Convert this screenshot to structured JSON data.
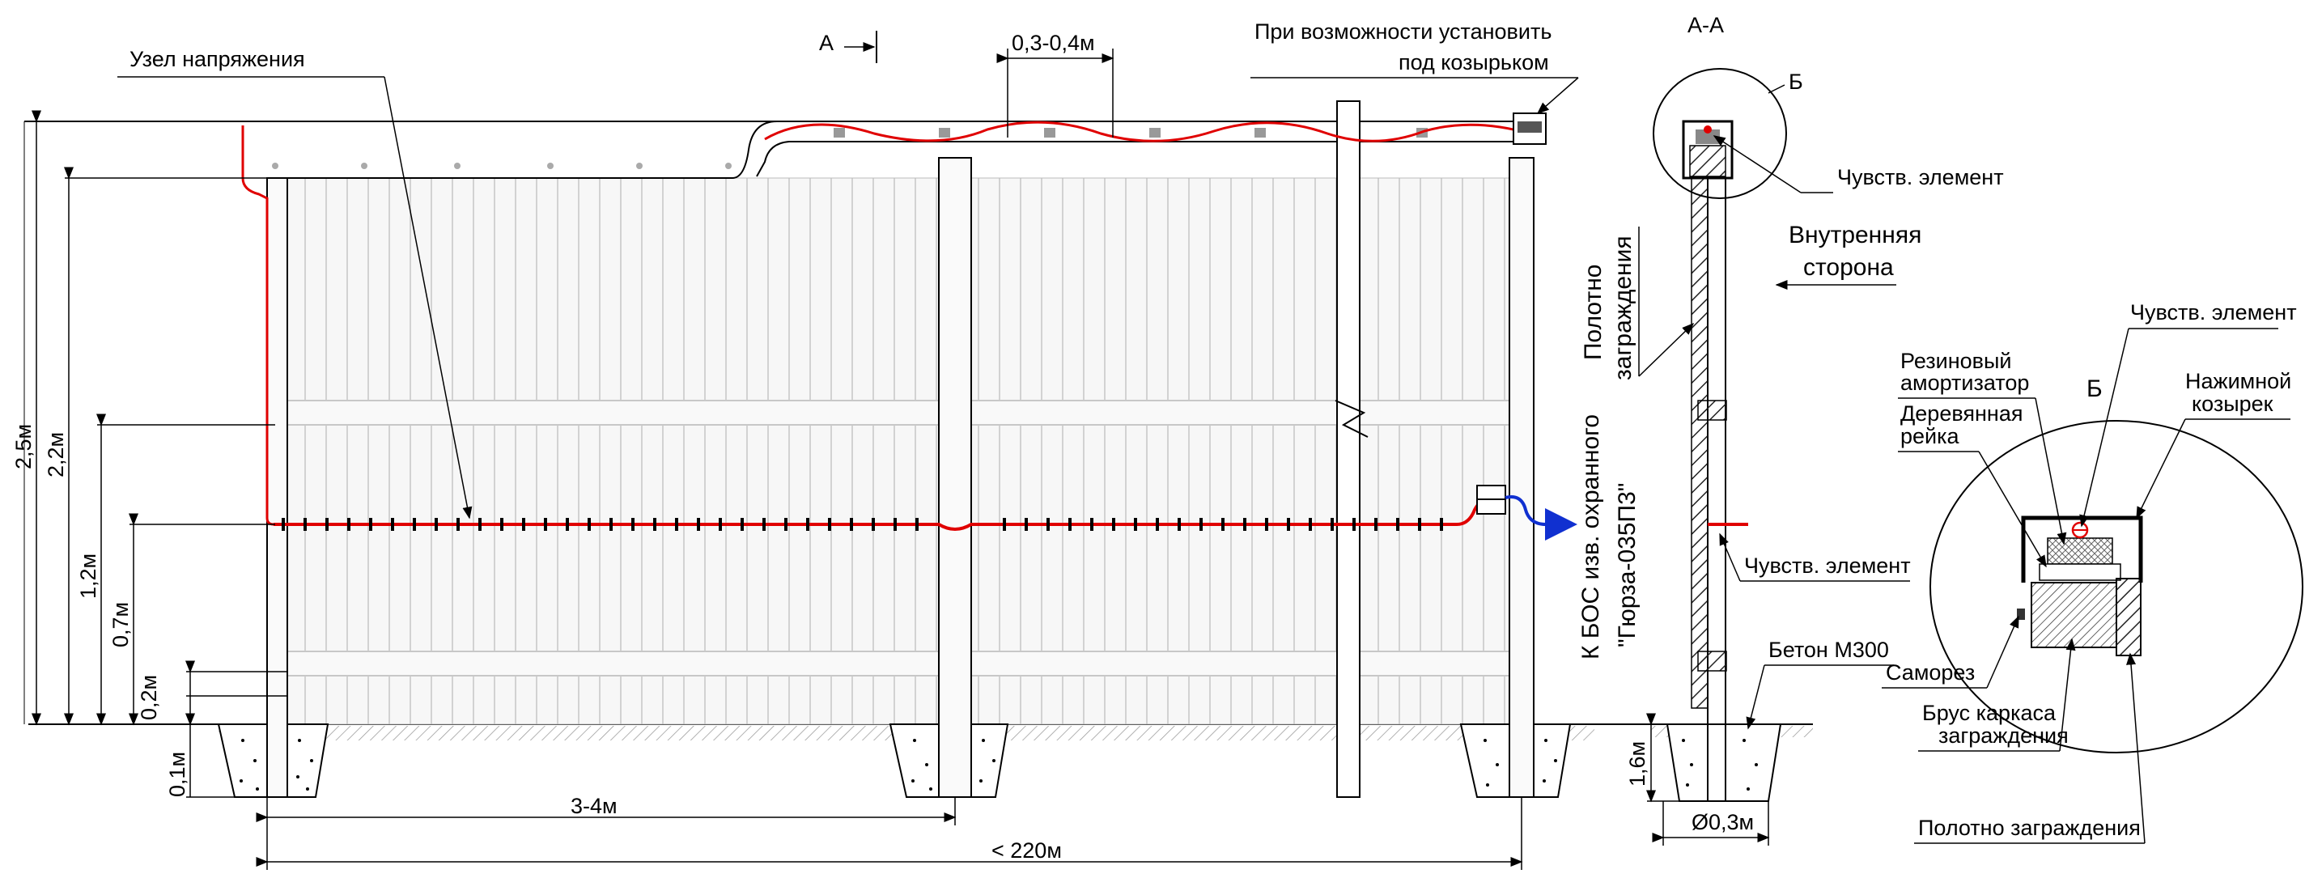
{
  "colors": {
    "ink": "#000000",
    "sensor_cable": "#e00000",
    "output_cable": "#1030d0",
    "fence_panel": "#f6f6f6",
    "panel_rib": "#d4d4d4",
    "hatch": "#222222"
  },
  "front_view": {
    "section_marker": "А",
    "callout_tension_node": "Узел напряжения",
    "callout_spacing": "0,3-0,4м",
    "note_line1": "При возможности установить",
    "note_line2": "под козырьком",
    "cable_to_line1": "К БОС изв. охранного",
    "cable_to_line2": "\"Гюрза-035П3\"",
    "heights": [
      "2,5м",
      "2,2м",
      "1,2м",
      "0,7м",
      "0,2м",
      "0,1м"
    ],
    "post_spacing": "3-4м",
    "total_length": "< 220м"
  },
  "section_view": {
    "title": "А-А",
    "detail_marker": "Б",
    "sensor_top": "Чувств. элемент",
    "sensor_mid": "Чувств. элемент",
    "inner_side_line1": "Внутренняя",
    "inner_side_line2": "сторона",
    "fence_line1": "Полотно",
    "fence_line2": "заграждения",
    "concrete": "Бетон М300",
    "depth": "1,6м",
    "diameter": "Ø0,3м"
  },
  "detail_b": {
    "marker": "Б",
    "sensor": "Чувств. элемент",
    "rubber_line1": "Резиновый",
    "rubber_line2": "амортизатор",
    "wood_line1": "Деревянная",
    "wood_line2": "рейка",
    "cap_line1": "Нажимной",
    "cap_line2": "козырек",
    "screw": "Саморез",
    "beam_line1": "Брус каркаса",
    "beam_line2": "заграждения",
    "fabric": "Полотно заграждения"
  }
}
